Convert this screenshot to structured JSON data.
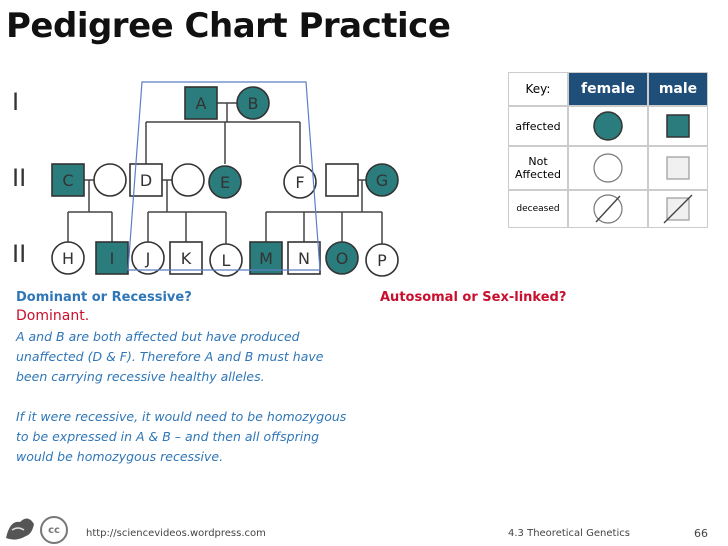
{
  "title": "Pedigree Chart Practice",
  "generations": [
    "I",
    "II",
    "II"
  ],
  "individuals": [
    {
      "label": "A",
      "sex": "male",
      "affected": true
    },
    {
      "label": "B",
      "sex": "female",
      "affected": true
    },
    {
      "label": "C",
      "sex": "male",
      "affected": true
    },
    {
      "label": "",
      "sex": "female",
      "affected": false
    },
    {
      "label": "D",
      "sex": "male",
      "affected": false
    },
    {
      "label": "",
      "sex": "female",
      "affected": false
    },
    {
      "label": "E",
      "sex": "female",
      "affected": true
    },
    {
      "label": "F",
      "sex": "female",
      "affected": false
    },
    {
      "label": "",
      "sex": "male",
      "affected": false
    },
    {
      "label": "G",
      "sex": "female",
      "affected": true
    },
    {
      "label": "H",
      "sex": "female",
      "affected": false
    },
    {
      "label": "I",
      "sex": "male",
      "affected": true
    },
    {
      "label": "J",
      "sex": "female",
      "affected": false
    },
    {
      "label": "K",
      "sex": "male",
      "affected": false
    },
    {
      "label": "L",
      "sex": "female",
      "affected": false
    },
    {
      "label": "M",
      "sex": "male",
      "affected": true
    },
    {
      "label": "N",
      "sex": "male",
      "affected": false
    },
    {
      "label": "O",
      "sex": "female",
      "affected": true
    },
    {
      "label": "P",
      "sex": "female",
      "affected": false
    }
  ],
  "key": {
    "title": "Key:",
    "female": "female",
    "male": "male",
    "rows": [
      "affected",
      "Not Affected",
      "deceased"
    ]
  },
  "q1": {
    "heading": "Dominant or Recessive?",
    "answer": "Dominant.",
    "explanation1": "A and B are both affected but have produced unaffected (D & F). Therefore A and B must have been carrying recessive healthy alleles.",
    "explanation2": "If it were recessive, it would need to be homozygous to be expressed in A & B – and then all offspring would be homozygous recessive."
  },
  "q2": {
    "heading": "Autosomal or Sex-linked?"
  },
  "footer": {
    "cc": "cc",
    "url": "http://sciencevideos.wordpress.com",
    "course": "4.3 Theoretical Genetics",
    "page": "66"
  },
  "colors": {
    "affected": "#2b7c7c",
    "key_header": "#1f4e79",
    "question": "#2f76b7",
    "answer": "#c8102e",
    "highlight_box": "#5b7fc7"
  }
}
